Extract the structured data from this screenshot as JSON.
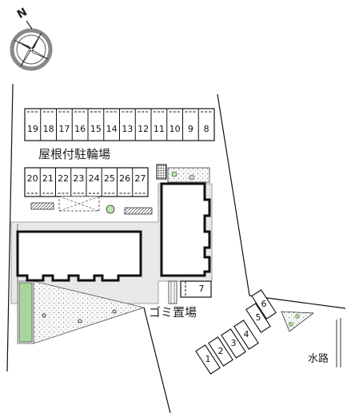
{
  "compass": {
    "north_label": "N",
    "icon": "compass-rose-icon"
  },
  "labels": {
    "covered_bicycle_parking": "屋根付駐輪場",
    "garbage_area": "ゴミ置場",
    "waterway": "水路"
  },
  "bicycle_rows": {
    "top": [
      "19",
      "18",
      "17",
      "16",
      "15",
      "14",
      "13",
      "12",
      "11",
      "10",
      "9",
      "8"
    ],
    "bottom": [
      "20",
      "21",
      "22",
      "23",
      "24",
      "25",
      "26",
      "27"
    ]
  },
  "garbage_slot": "7",
  "car_slots": [
    "1",
    "2",
    "3",
    "4",
    "5",
    "6"
  ],
  "colors": {
    "line": "#111111",
    "walkway": "#e6e6e6",
    "gravel": "#f2f2f2",
    "lawn": "#a8d69a",
    "compass_ring": "#888888"
  }
}
